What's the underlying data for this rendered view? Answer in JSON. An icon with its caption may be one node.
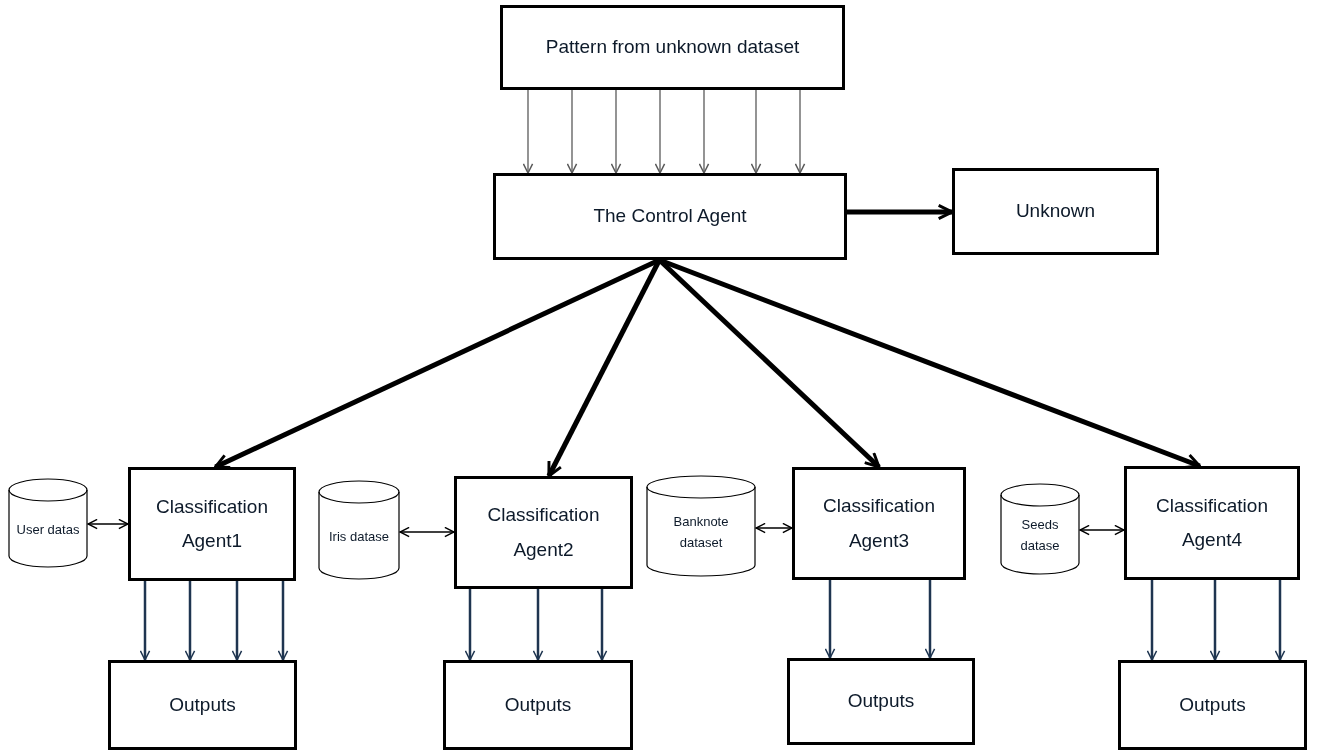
{
  "diagram": {
    "nodes": [
      {
        "text": [
          "Pattern from unknown dataset"
        ]
      },
      {
        "text": [
          "The Control Agent"
        ]
      },
      {
        "text": [
          "Unknown"
        ]
      },
      {
        "text": [
          "User datas"
        ]
      },
      {
        "text": [
          "Classification Agent1"
        ]
      },
      {
        "text": [
          "Iris datase"
        ]
      },
      {
        "text": [
          "Classification Agent2"
        ]
      },
      {
        "text": [
          "Banknote dataset"
        ]
      },
      {
        "text": [
          "Classification Agent3"
        ]
      },
      {
        "text": [
          "Seeds datase"
        ]
      },
      {
        "text": [
          "Classification Agent4"
        ]
      },
      {
        "text": [
          "Outputs"
        ]
      },
      {
        "text": [
          "Outputs"
        ]
      },
      {
        "text": [
          "Outputs"
        ]
      },
      {
        "text": [
          "Outputs"
        ]
      }
    ],
    "edges": [
      {
        "from": 0,
        "to": 1,
        "arrow": "to",
        "color": "#5a5a5a"
      },
      {
        "from": 0,
        "to": 1,
        "arrow": "to",
        "color": "#5a5a5a"
      },
      {
        "from": 0,
        "to": 1,
        "arrow": "to",
        "color": "#5a5a5a"
      },
      {
        "from": 0,
        "to": 1,
        "arrow": "to",
        "color": "#5a5a5a"
      },
      {
        "from": 0,
        "to": 1,
        "arrow": "to",
        "color": "#5a5a5a"
      },
      {
        "from": 0,
        "to": 1,
        "arrow": "to",
        "color": "#5a5a5a"
      },
      {
        "from": 0,
        "to": 1,
        "arrow": "to",
        "color": "#5a5a5a"
      },
      {
        "from": 1,
        "to": 2,
        "arrow": "to",
        "style": "thick",
        "color": "#000000"
      },
      {
        "from": 1,
        "to": 4,
        "arrow": "to",
        "style": "thick",
        "color": "#000000"
      },
      {
        "from": 1,
        "to": 6,
        "arrow": "to",
        "style": "thick",
        "color": "#000000"
      },
      {
        "from": 1,
        "to": 8,
        "arrow": "to",
        "style": "thick",
        "color": "#000000"
      },
      {
        "from": 1,
        "to": 10,
        "arrow": "to",
        "style": "thick",
        "color": "#000000"
      },
      {
        "from": 3,
        "to": 4,
        "arrow": "both",
        "color": "#000000"
      },
      {
        "from": 5,
        "to": 6,
        "arrow": "both",
        "color": "#000000"
      },
      {
        "from": 7,
        "to": 8,
        "arrow": "both",
        "color": "#000000"
      },
      {
        "from": 9,
        "to": 10,
        "arrow": "both",
        "color": "#000000"
      },
      {
        "from": 4,
        "to": 11,
        "arrow": "to"
      },
      {
        "from": 4,
        "to": 11,
        "arrow": "to"
      },
      {
        "from": 4,
        "to": 11,
        "arrow": "to"
      },
      {
        "from": 4,
        "to": 11,
        "arrow": "to"
      },
      {
        "from": 6,
        "to": 12,
        "arrow": "to"
      },
      {
        "from": 6,
        "to": 12,
        "arrow": "to"
      },
      {
        "from": 6,
        "to": 12,
        "arrow": "to"
      },
      {
        "from": 8,
        "to": 13,
        "arrow": "to"
      },
      {
        "from": 8,
        "to": 13,
        "arrow": "to"
      },
      {
        "from": 10,
        "to": 14,
        "arrow": "to"
      },
      {
        "from": 10,
        "to": 14,
        "arrow": "to"
      },
      {
        "from": 10,
        "to": 14,
        "arrow": "to"
      }
    ]
  }
}
